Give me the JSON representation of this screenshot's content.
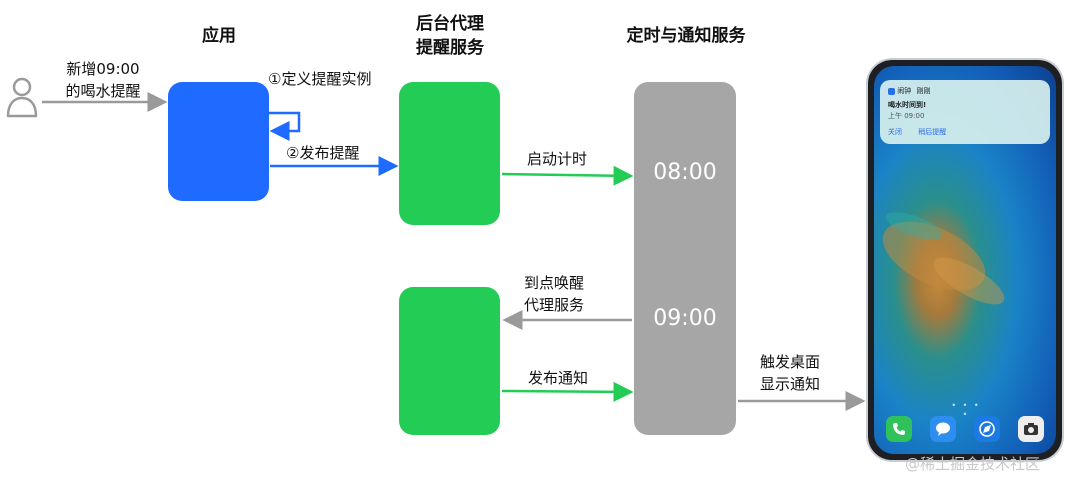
{
  "headers": {
    "app": "应用",
    "agent_line1": "后台代理",
    "agent_line2": "提醒服务",
    "timer": "定时与通知服务"
  },
  "user": {
    "request_line1": "新增09:00",
    "request_line2": "的喝水提醒"
  },
  "steps": {
    "define": "①定义提醒实例",
    "publish": "②发布提醒",
    "start_timer": "启动计时",
    "wake_line1": "到点唤醒",
    "wake_line2": "代理服务",
    "publish_notification": "发布通知",
    "trigger_line1": "触发桌面",
    "trigger_line2": "显示通知"
  },
  "timer_box": {
    "time_start": "08:00",
    "time_alarm": "09:00"
  },
  "phone": {
    "notif_app": "闹钟",
    "notif_app2": "刚刚",
    "notif_title": "喝水时间到!",
    "notif_time": "上午 09:00",
    "action_close": "关闭",
    "action_later": "稍后提醒"
  },
  "watermark": "@稀土掘金技术社区",
  "colors": {
    "app_box": "#1f6bff",
    "agent_box": "#22cc55",
    "timer_box": "#a6a6a6",
    "arrow_gray": "#9a9a9a",
    "arrow_blue": "#1f6bff",
    "arrow_green": "#22cc55"
  },
  "icons": [
    "user-icon",
    "phone-icon",
    "message-icon",
    "browser-icon",
    "camera-icon"
  ]
}
